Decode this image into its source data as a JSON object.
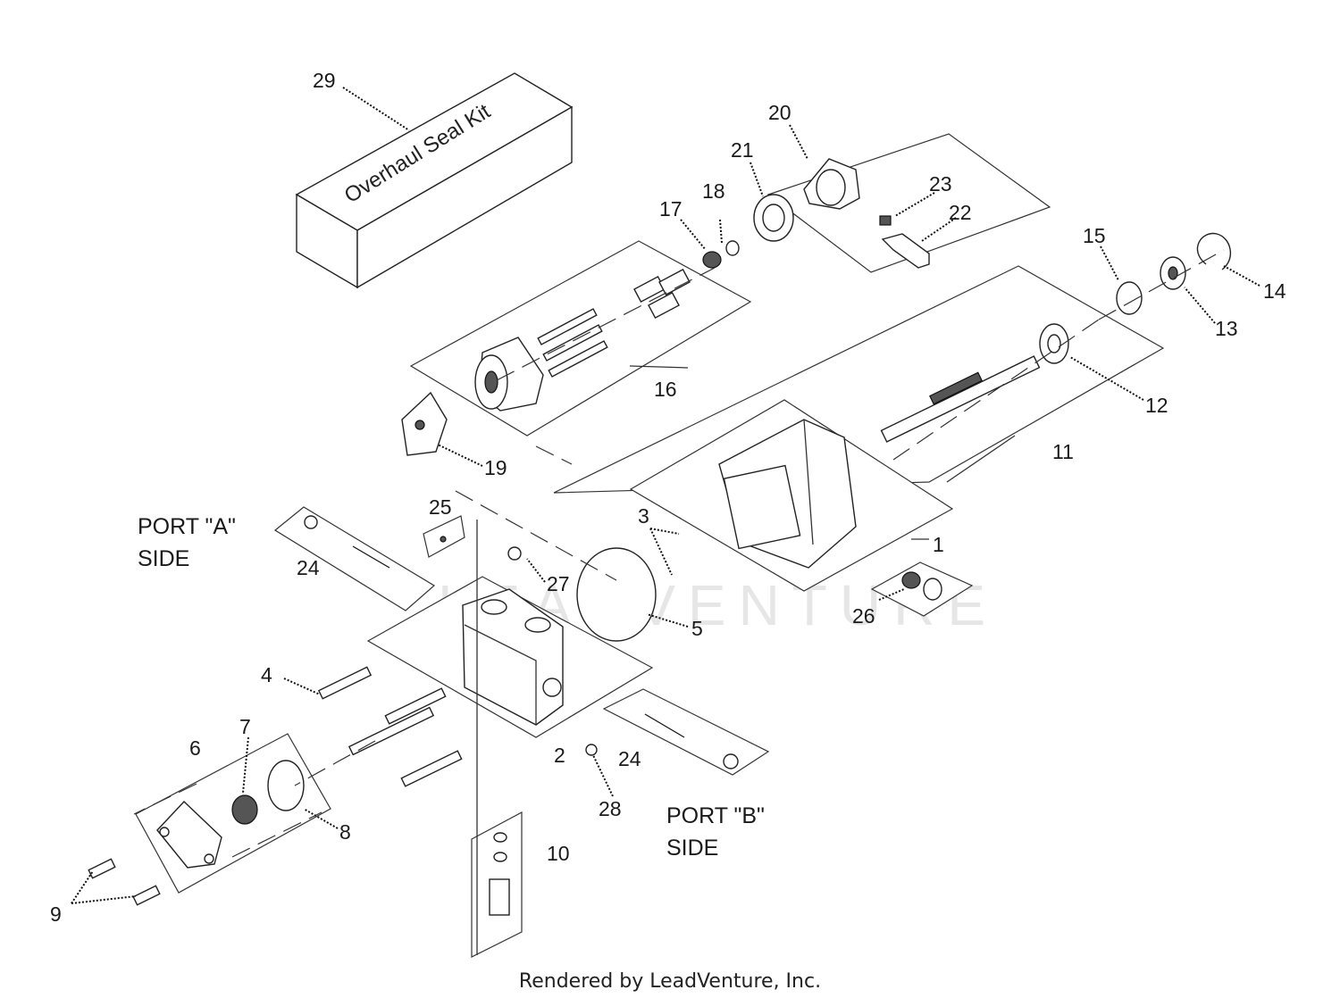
{
  "kit": {
    "label": "Overhaul Seal Kit"
  },
  "sides": {
    "port_a_line1": "PORT \"A\"",
    "port_a_line2": "SIDE",
    "port_b_line1": "PORT \"B\"",
    "port_b_line2": "SIDE"
  },
  "callouts": {
    "c1": "1",
    "c2": "2",
    "c3": "3",
    "c4": "4",
    "c5": "5",
    "c6": "6",
    "c7": "7",
    "c8": "8",
    "c9": "9",
    "c10": "10",
    "c11": "11",
    "c12": "12",
    "c13": "13",
    "c14": "14",
    "c15": "15",
    "c16": "16",
    "c17": "17",
    "c18": "18",
    "c19": "19",
    "c20": "20",
    "c21": "21",
    "c22": "22",
    "c23": "23",
    "c24a": "24",
    "c24b": "24",
    "c25": "25",
    "c26": "26",
    "c27": "27",
    "c28": "28",
    "c29": "29"
  },
  "watermark": "LEADVENTURE",
  "footer": "Rendered by LeadVenture, Inc."
}
